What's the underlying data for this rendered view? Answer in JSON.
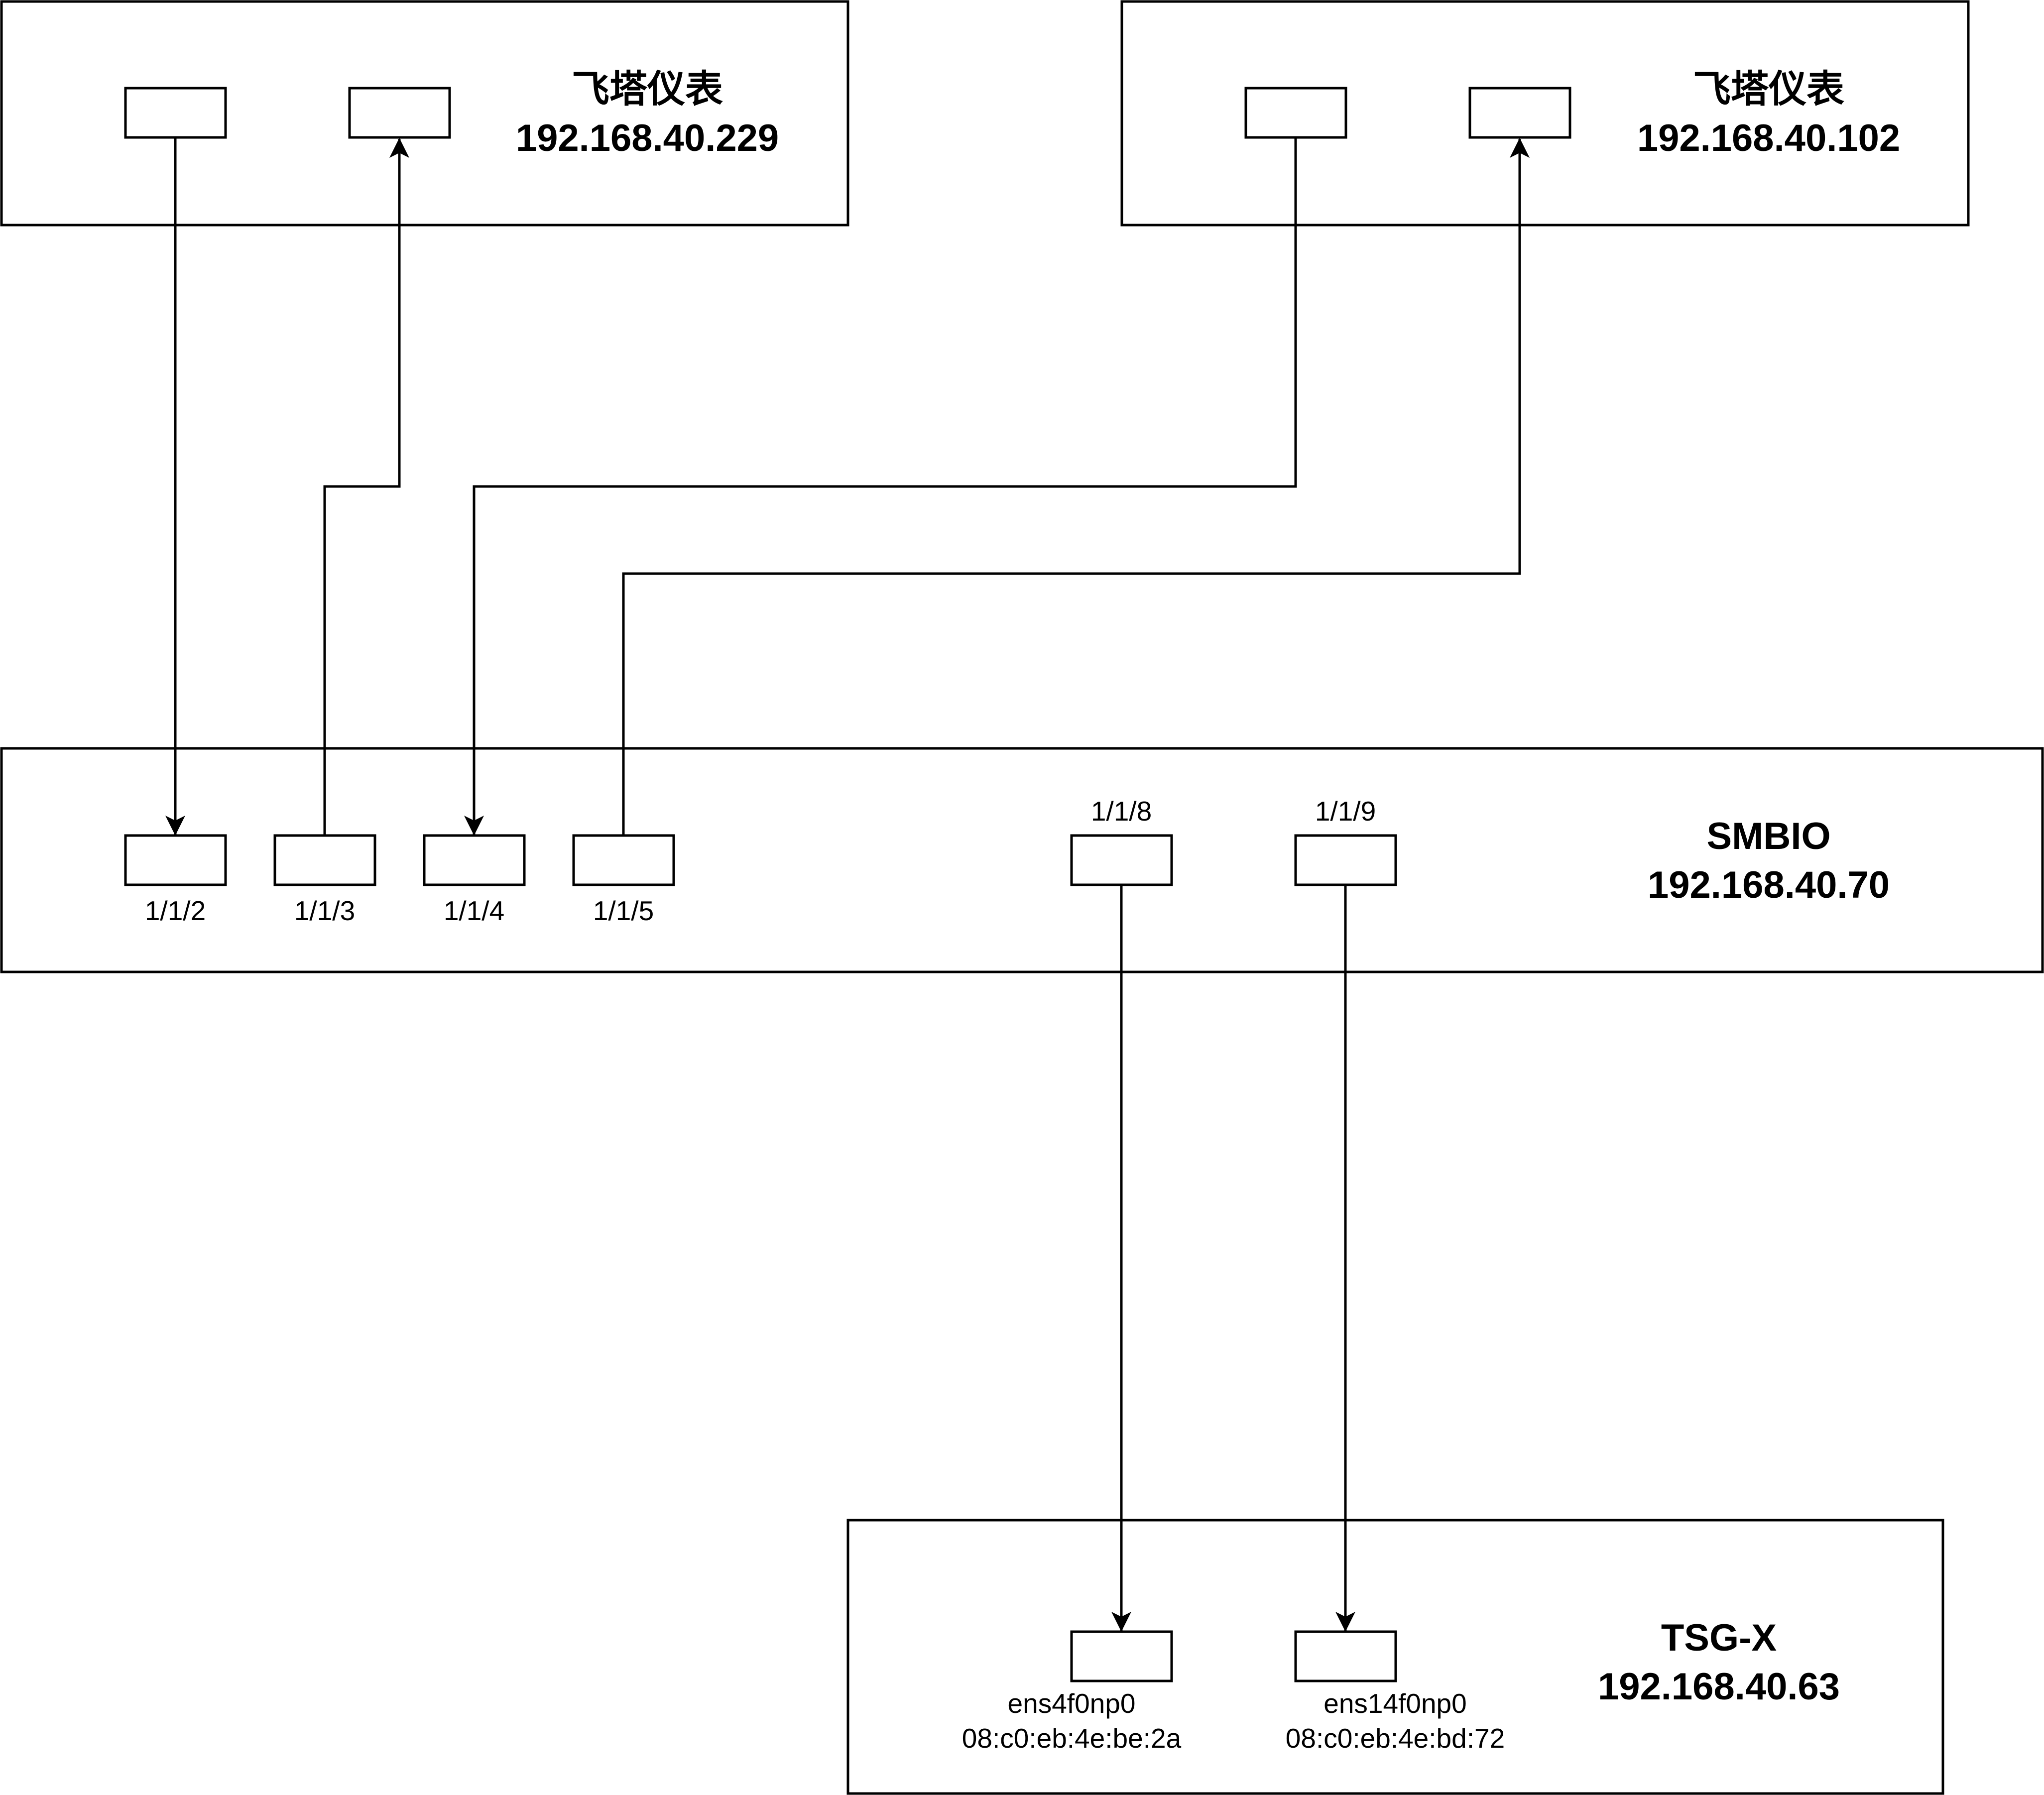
{
  "devices": {
    "meter_a": {
      "name": "飞塔仪表",
      "ip": "192.168.40.229"
    },
    "meter_b": {
      "name": "飞塔仪表",
      "ip": "192.168.40.102"
    },
    "smbio": {
      "name": "SMBIO",
      "ip": "192.168.40.70",
      "ports": [
        "1/1/2",
        "1/1/3",
        "1/1/4",
        "1/1/5",
        "1/1/8",
        "1/1/9"
      ]
    },
    "tsgx": {
      "name": "TSG-X",
      "ip": "192.168.40.63",
      "ports": [
        {
          "iface": "ens4f0np0",
          "mac": "08:c0:eb:4e:be:2a"
        },
        {
          "iface": "ens14f0np0",
          "mac": "08:c0:eb:4e:bd:72"
        }
      ]
    }
  },
  "colors": {
    "stroke": "#000000",
    "background": "#ffffff"
  }
}
